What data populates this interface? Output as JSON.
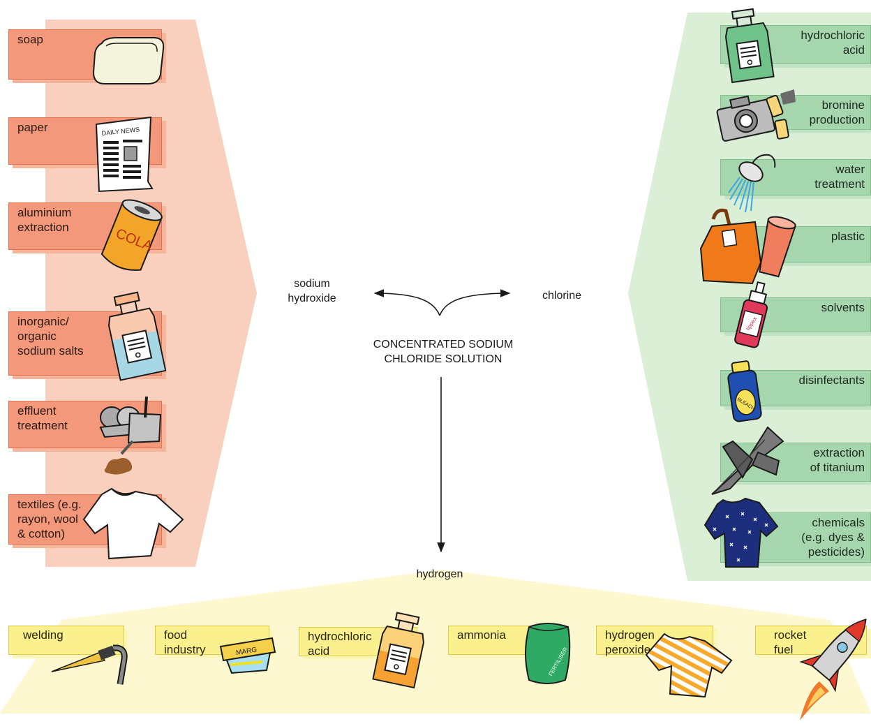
{
  "center": {
    "solution_line1": "CONCENTRATED SODIUM",
    "solution_line2": "CHLORIDE SOLUTION",
    "sodium_hydroxide_line1": "sodium",
    "sodium_hydroxide_line2": "hydroxide",
    "chlorine": "chlorine",
    "hydrogen": "hydrogen"
  },
  "sodium_hydroxide_uses": [
    {
      "lines": [
        "soap"
      ],
      "icon": "soap-bar-icon"
    },
    {
      "lines": [
        "paper"
      ],
      "icon": "newspaper-icon"
    },
    {
      "lines": [
        "aluminium",
        "extraction"
      ],
      "icon": "cola-can-icon"
    },
    {
      "lines": [
        "inorganic/",
        "organic",
        "sodium salts"
      ],
      "icon": "bottle-icon"
    },
    {
      "lines": [
        "effluent",
        "treatment"
      ],
      "icon": "sewage-icon"
    },
    {
      "lines": [
        "textiles (e.g.",
        "rayon, wool",
        "& cotton)"
      ],
      "icon": "t-shirt-icon"
    }
  ],
  "chlorine_uses": [
    {
      "lines": [
        "hydrochloric",
        "acid"
      ],
      "icon": "acid-bottle-icon"
    },
    {
      "lines": [
        "bromine",
        "production"
      ],
      "icon": "camera-film-icon"
    },
    {
      "lines": [
        "water",
        "treatment"
      ],
      "icon": "shower-icon"
    },
    {
      "lines": [
        "plastic"
      ],
      "icon": "plastic-bag-cup-icon"
    },
    {
      "lines": [
        "solvents"
      ],
      "icon": "solvent-bottle-icon"
    },
    {
      "lines": [
        "disinfectants"
      ],
      "icon": "bleach-bottle-icon"
    },
    {
      "lines": [
        "extraction",
        "of titanium"
      ],
      "icon": "jet-plane-icon"
    },
    {
      "lines": [
        "chemicals",
        "(e.g. dyes &",
        "pesticides)"
      ],
      "icon": "patterned-shirt-icon"
    }
  ],
  "hydrogen_uses": [
    {
      "lines": [
        "welding"
      ],
      "icon": "welding-torch-icon"
    },
    {
      "lines": [
        "food",
        "industry"
      ],
      "icon": "margarine-tub-icon"
    },
    {
      "lines": [
        "hydrochloric",
        "acid"
      ],
      "icon": "acid-bottle-icon"
    },
    {
      "lines": [
        "ammonia"
      ],
      "icon": "fertiliser-sack-icon"
    },
    {
      "lines": [
        "hydrogen",
        "peroxide"
      ],
      "icon": "striped-shirt-icon"
    },
    {
      "lines": [
        "rocket",
        "fuel"
      ],
      "icon": "rocket-icon"
    }
  ],
  "icon_text": {
    "news": "DAILY NEWS",
    "cola": "COLA",
    "tippex": "tippex",
    "bleach": "BLEACH",
    "marg": "MARG",
    "fertiliser": "FERTILISER"
  },
  "colors": {
    "sodium_hydroxide_panel": "#f9cfbd",
    "sodium_hydroxide_label": "#f3987a",
    "chlorine_panel": "#dbeed6",
    "chlorine_label": "#a6d6ad",
    "hydrogen_panel": "#fdf8cf",
    "hydrogen_label": "#fbf08e"
  }
}
